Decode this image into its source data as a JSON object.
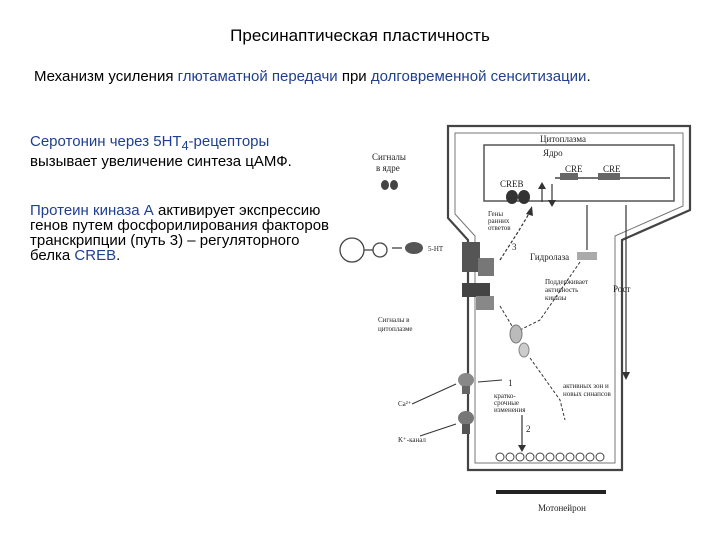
{
  "title": "Пресинаптическая пластичность",
  "subtitle": {
    "part1": "Механизм усиления ",
    "part2": "глютаматной передачи",
    "part3": " при ",
    "part4": "долговременной сенситизации",
    "part5": "."
  },
  "para1": {
    "t1": "Серотонин через ",
    "t2": "5HT",
    "t2_sub": "4",
    "t3": "-рецепторы",
    "t4": " вызывает увеличение синтеза цАМФ."
  },
  "para2": {
    "t1": "Протеин киназа А",
    "t2": " активирует экспрессию генов путем фосфорилирования факторов транскрипции (путь 3) – регуляторного белка ",
    "t3": "CREB",
    "t4": "."
  },
  "diagram": {
    "cytoplasm": "Цитоплазма",
    "nucleus": "Ядро",
    "signals_nucleus_1": "Сигналы",
    "signals_nucleus_2": "в ядре",
    "creb": "CREB",
    "cre1": "CRE",
    "cre2": "CRE",
    "early_genes_1": "Гены",
    "early_genes_2": "ранних",
    "early_genes_3": "ответов",
    "receptor": "5-HT",
    "path3": "3",
    "hydrolase": "Гидролаза",
    "kinase_1": "Поддерживает",
    "kinase_2": "активность",
    "kinase_3": "киназы",
    "growth": "Рост",
    "signals_cyto_1": "Сигналы в",
    "signals_cyto_2": "цитоплазме",
    "path1": "1",
    "short_1": "кратко-",
    "short_2": "срочные",
    "short_3": "изменения",
    "path2": "2",
    "active_zones_1": "активных зон и",
    "active_zones_2": "новых синапсов",
    "ca": "Ca²⁺",
    "k_channel": "K⁺-канал",
    "motoneuron": "Мотонейрон"
  }
}
